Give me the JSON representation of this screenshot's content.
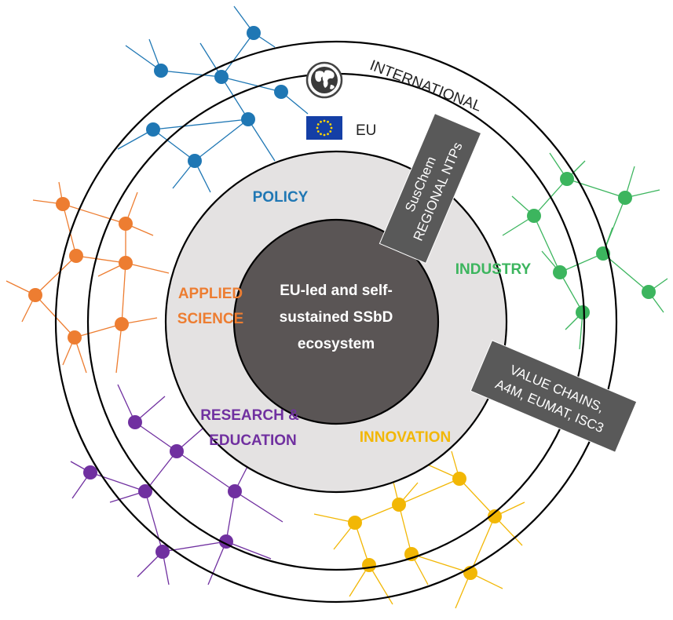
{
  "rings": {
    "international_label": "INTERNATIONAL",
    "eu_label": "EU"
  },
  "core": {
    "line1": "EU-led and self-",
    "line2": "sustained SSbD",
    "line3": "ecosystem"
  },
  "sectors": {
    "policy": "POLICY",
    "industry": "INDUSTRY",
    "applied_science_1": "APPLIED",
    "applied_science_2": "SCIENCE",
    "research_1": "RESEARCH &",
    "research_2": "EDUCATION",
    "innovation": "INNOVATION"
  },
  "banners": {
    "suschem_1": "SusChem",
    "suschem_2": "REGIONAL NTPs",
    "value_1": "VALUE CHAINS,",
    "value_2": "A4M, EUMAT, ISC3"
  },
  "icons": {
    "globe": "globe-icon",
    "eu_flag": "eu-flag-icon"
  },
  "colors": {
    "policy": "#1f77b4",
    "industry": "#3cb55e",
    "applied_science": "#ed7d31",
    "research": "#7030a0",
    "innovation": "#f2b705",
    "core": "#5a5555",
    "inner_disc": "#e4e2e2",
    "banner": "#595959"
  }
}
